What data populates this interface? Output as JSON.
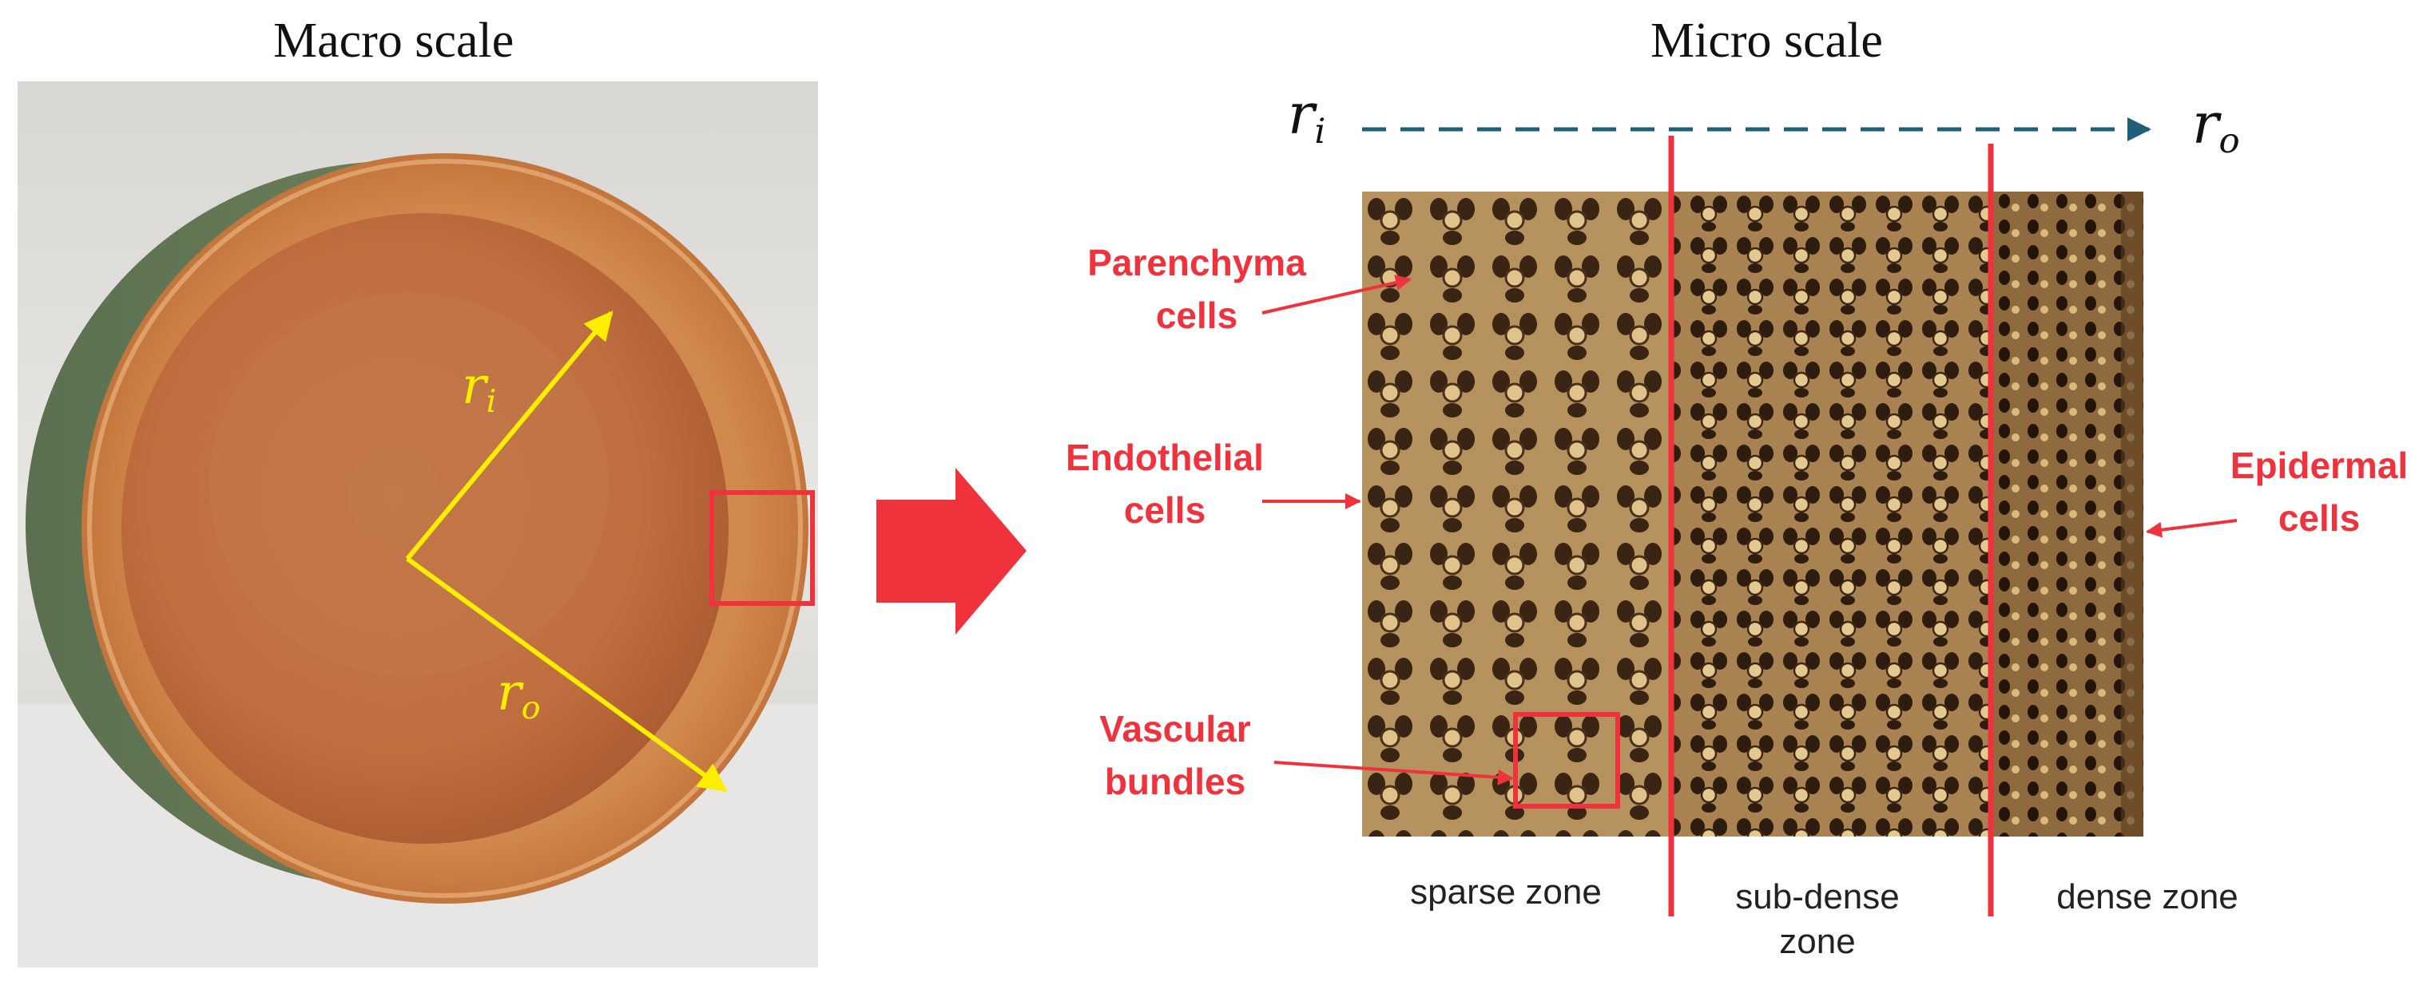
{
  "headings": {
    "macro": "Macro scale",
    "micro": "Micro scale"
  },
  "macro": {
    "r_inner": {
      "base": "r",
      "sub": "i"
    },
    "r_outer": {
      "base": "r",
      "sub": "o"
    }
  },
  "micro": {
    "axis_start": {
      "base": "r",
      "sub": "i"
    },
    "axis_end": {
      "base": "r",
      "sub": "o"
    },
    "labels": {
      "parenchyma": [
        "Parenchyma",
        "cells"
      ],
      "endothelial": [
        "Endothelial",
        "cells"
      ],
      "vascular": [
        "Vascular",
        "bundles"
      ],
      "epidermal": [
        "Epidermal",
        "cells"
      ]
    },
    "zones": {
      "sparse": [
        "sparse zone"
      ],
      "subdense": [
        "sub-dense",
        "zone"
      ],
      "dense": [
        "dense zone"
      ]
    }
  },
  "colors": {
    "annotation_red": "#f0323c",
    "yellow_arrow": "#ffee00",
    "axis_blue": "#1f5f7a"
  }
}
